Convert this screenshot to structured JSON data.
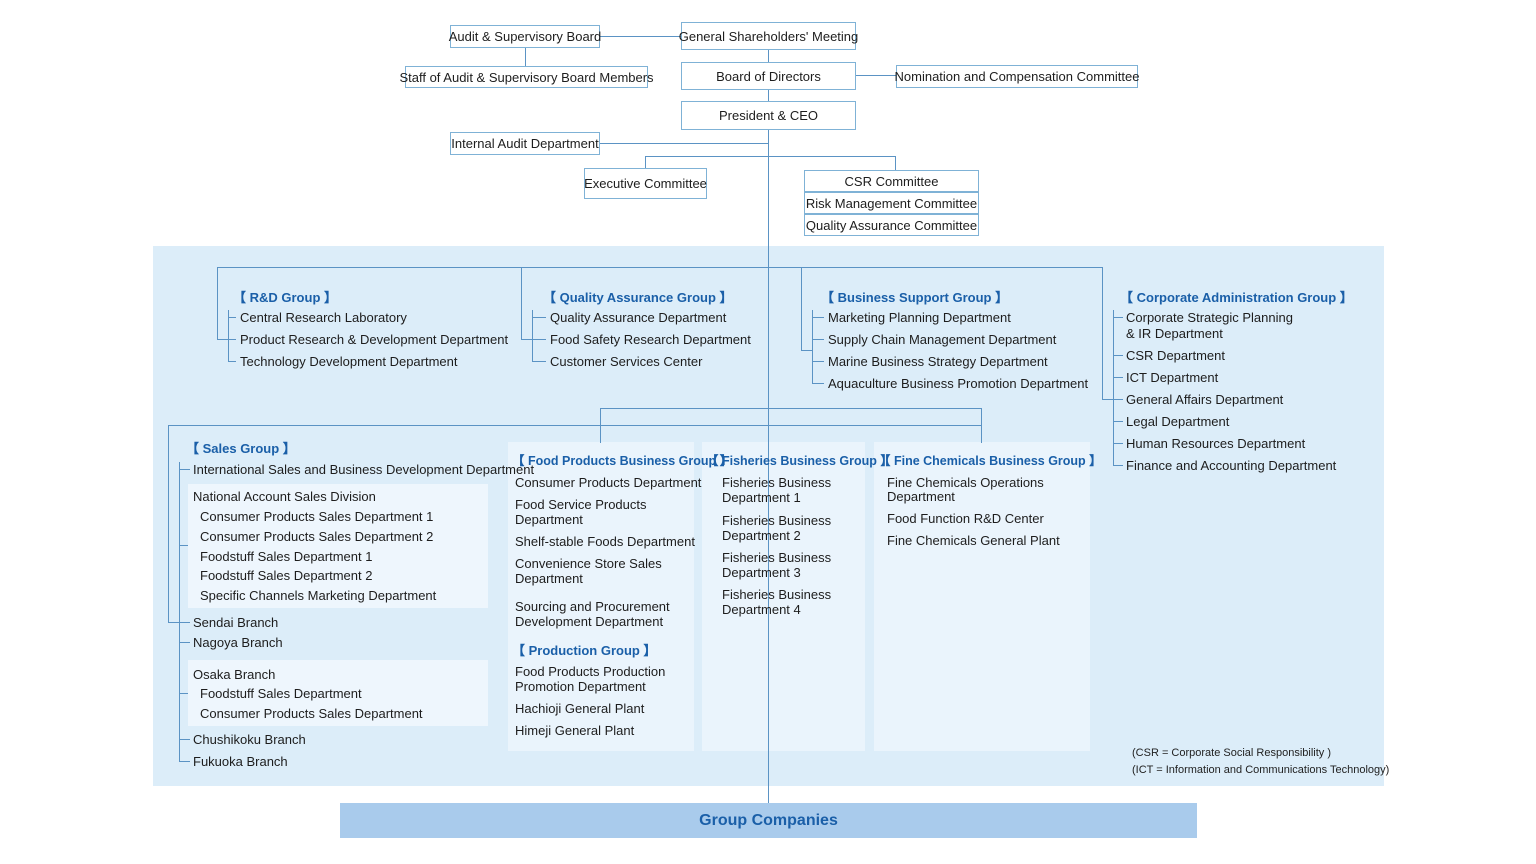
{
  "top": {
    "gsm": "General Shareholders' Meeting",
    "audit_board": "Audit & Supervisory Board",
    "audit_staff": "Staff of Audit & Supervisory Board Members",
    "board": "Board of Directors",
    "nomination": "Nomination and Compensation Committee",
    "president": "President & CEO",
    "internal_audit": "Internal Audit Department",
    "executive": "Executive Committee",
    "csr": "CSR Committee",
    "risk": "Risk Management Committee",
    "quality_committee": "Quality Assurance Committee"
  },
  "groups": {
    "rd": {
      "title": "【 R&D Group 】",
      "items": [
        "Central Research Laboratory",
        "Product Research & Development Department",
        "Technology Development Department"
      ]
    },
    "qa": {
      "title": "【 Quality Assurance Group 】",
      "items": [
        "Quality Assurance Department",
        "Food Safety Research Department",
        "Customer Services Center"
      ]
    },
    "bs": {
      "title": "【 Business Support Group 】",
      "items": [
        "Marketing Planning Department",
        "Supply Chain Management Department",
        "Marine Business Strategy Department",
        "Aquaculture Business Promotion Department"
      ]
    },
    "ca": {
      "title": "【 Corporate Administration Group 】",
      "items": [
        "Corporate Strategic Planning",
        "& IR Department",
        "CSR Department",
        "ICT Department",
        "General Affairs Department",
        "Legal Department",
        "Human Resources Department",
        "Finance and Accounting Department"
      ]
    },
    "sales": {
      "title": "【 Sales Group 】",
      "intl": "International Sales and Business Development Department",
      "national": "National Account Sales Division",
      "national_items": [
        "Consumer Products Sales Department 1",
        "Consumer Products Sales Department 2",
        "Foodstuff Sales Department 1",
        "Foodstuff Sales Department 2",
        "Specific Channels Marketing Department"
      ],
      "sendai": "Sendai Branch",
      "nagoya": "Nagoya Branch",
      "osaka": "Osaka Branch",
      "osaka_items": [
        "Foodstuff Sales Department",
        "Consumer Products Sales Department"
      ],
      "chushikoku": "Chushikoku Branch",
      "fukuoka": "Fukuoka Branch"
    },
    "food": {
      "title": "【 Food Products Business Group 】",
      "items": [
        "Consumer Products Department",
        "Food Service Products",
        "Department",
        "Shelf-stable Foods Department",
        "Convenience Store Sales",
        "Department",
        "Sourcing and Procurement",
        "Development Department"
      ]
    },
    "production": {
      "title": "【 Production Group 】",
      "items": [
        "Food Products Production",
        "Promotion Department",
        "Hachioji General Plant",
        "Himeji General Plant"
      ]
    },
    "fisheries": {
      "title": "【 Fisheries Business Group 】",
      "items": [
        "Fisheries Business",
        "Department 1",
        "Fisheries Business",
        "Department 2",
        "Fisheries Business",
        "Department 3",
        "Fisheries Business",
        "Department 4"
      ]
    },
    "fine": {
      "title": "【 Fine Chemicals Business Group 】",
      "items": [
        "Fine Chemicals Operations",
        "Department",
        "Food Function R&D Center",
        "Fine Chemicals General Plant"
      ]
    }
  },
  "notes": [
    "(CSR = Corporate Social Responsibility )",
    "(ICT = Information and Communications Technology)"
  ],
  "group_companies": "Group Companies"
}
